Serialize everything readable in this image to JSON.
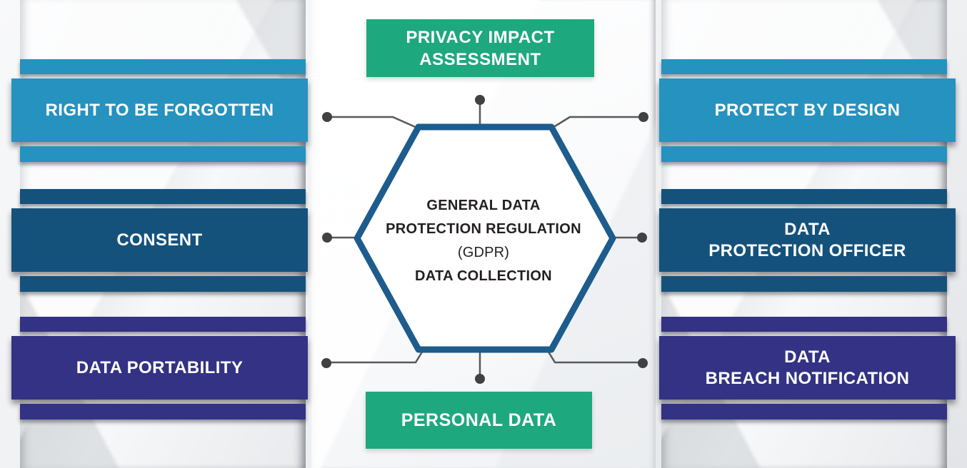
{
  "center": {
    "hexagon": {
      "line1": "GENERAL DATA",
      "line2": "PROTECTION REGULATION",
      "line3": "(GDPR)",
      "line4": "DATA COLLECTION"
    },
    "top_box_label": "PRIVACY IMPACT\nASSESSMENT",
    "bottom_box_label": "PERSONAL DATA"
  },
  "left_items": [
    {
      "label": "RIGHT TO BE FORGOTTEN",
      "color": "#2592C0"
    },
    {
      "label": "CONSENT",
      "color": "#14527C"
    },
    {
      "label": "DATA PORTABILITY",
      "color": "#333284"
    }
  ],
  "right_items": [
    {
      "label": "PROTECT BY DESIGN",
      "color": "#2592C0"
    },
    {
      "label": "DATA\nPROTECTION OFFICER",
      "color": "#14527C"
    },
    {
      "label": "DATA\nBREACH NOTIFICATION",
      "color": "#333284"
    }
  ],
  "colors": {
    "green": "#1EA87D",
    "light_blue": "#2592C0",
    "dark_blue": "#14527C",
    "indigo": "#333284",
    "hexagon_border": "#1D5C8D",
    "connector": "#58595B",
    "dot": "#414042",
    "center_text": "#231F20"
  }
}
